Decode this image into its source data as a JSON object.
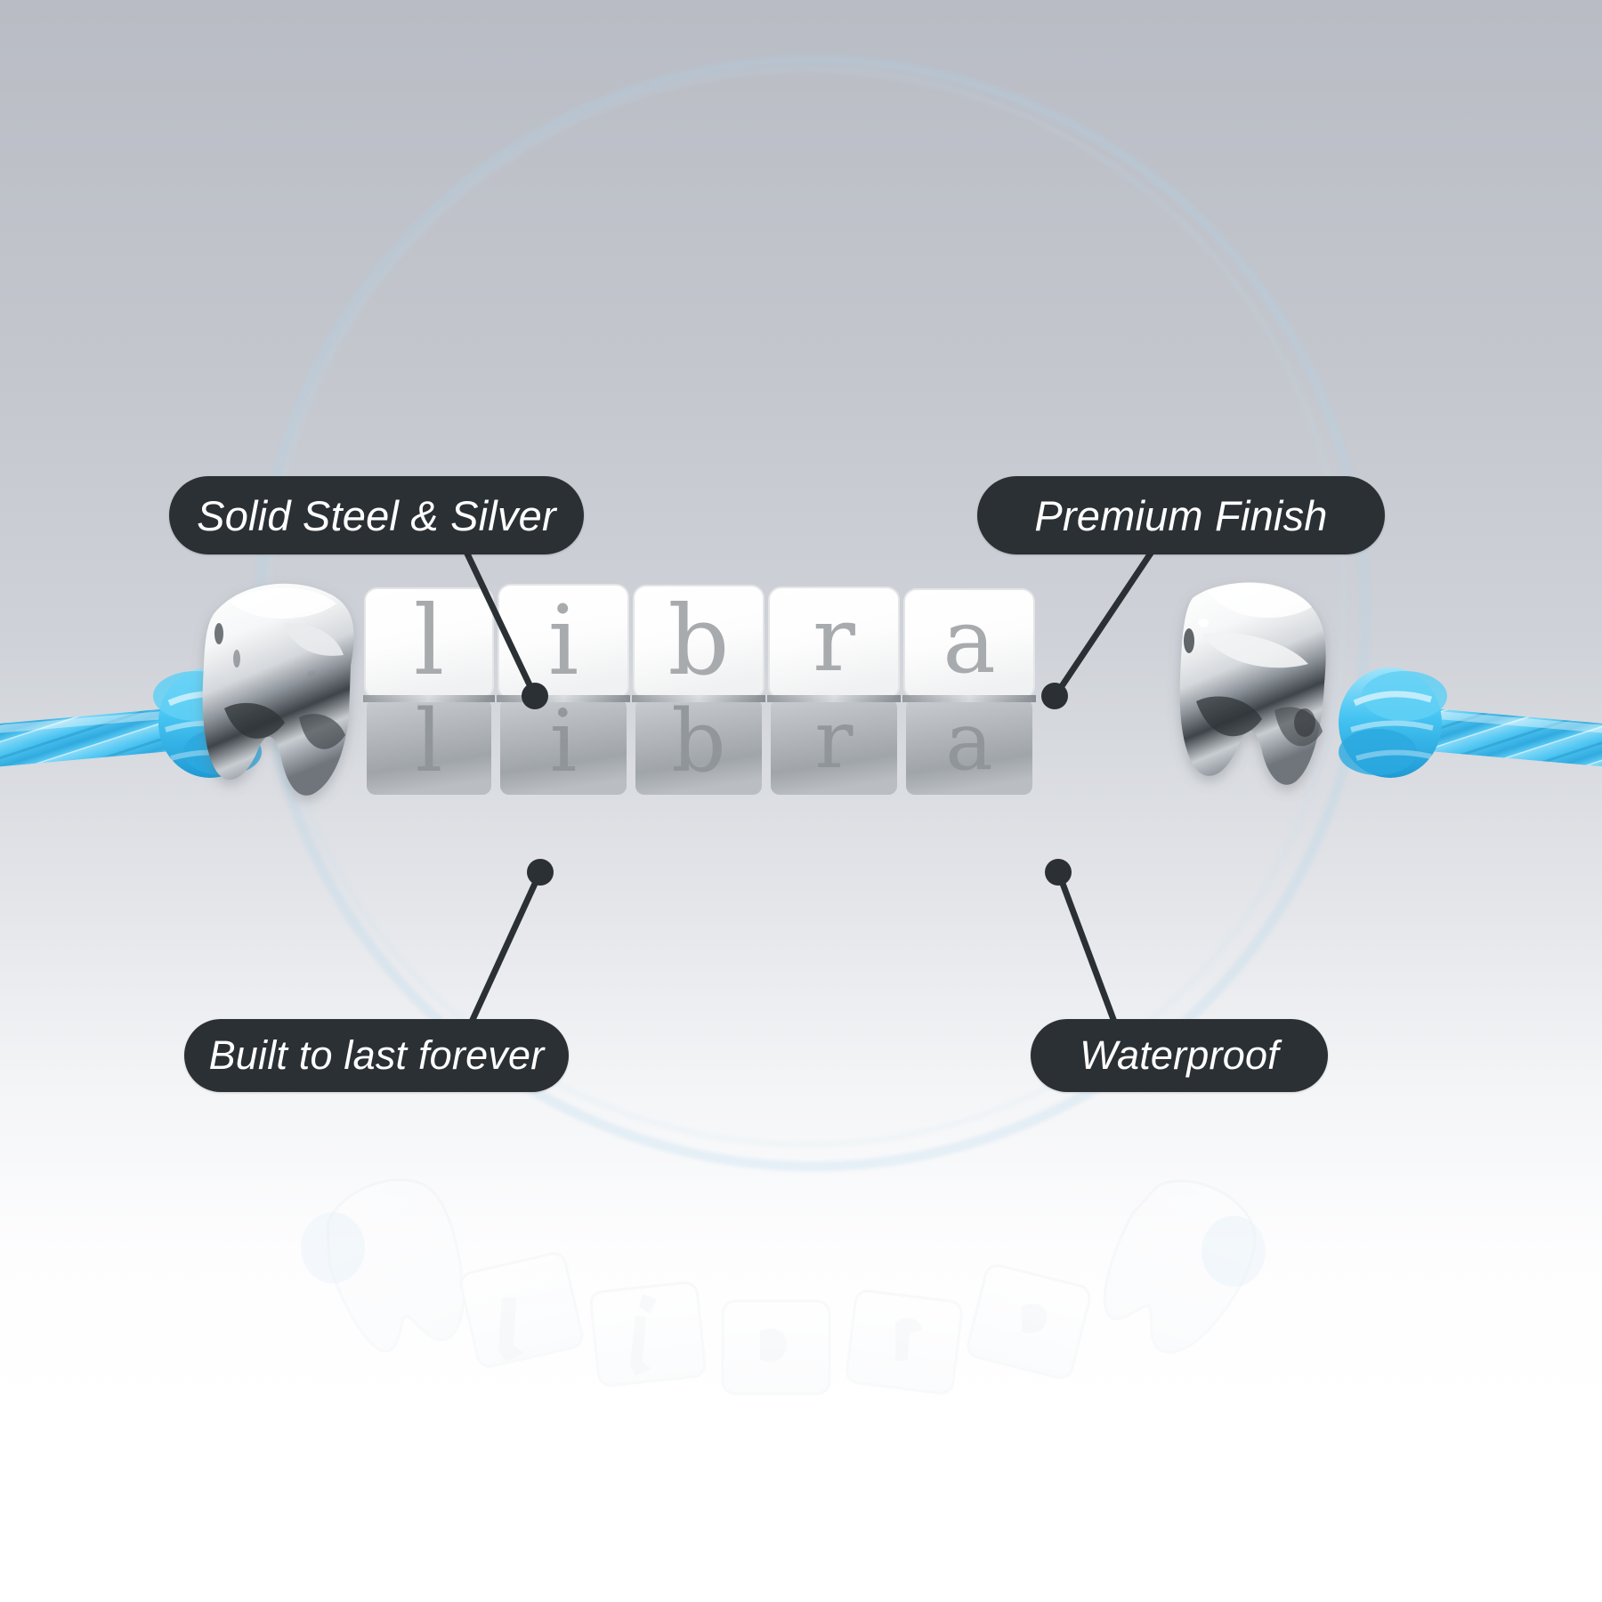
{
  "product": {
    "name_on_beads": "libra",
    "bead_letters": [
      "l",
      "i",
      "b",
      "r",
      "a"
    ],
    "letter_style": "blackletter-gothic-engraved",
    "end_charms": [
      "tooth-charm-left",
      "tooth-charm-right"
    ],
    "cord_color": "#45c4f2",
    "metal_color": "#ffffff",
    "metal_shadow_color": "#9fa3a8"
  },
  "callouts": [
    {
      "id": "solid-steel-silver",
      "label": "Solid Steel & Silver",
      "position": "top-left",
      "anchor": "upper-cube-l"
    },
    {
      "id": "premium-finish",
      "label": "Premium Finish",
      "position": "top-right",
      "anchor": "upper-cube-a"
    },
    {
      "id": "built-to-last-forever",
      "label": "Built to last forever",
      "position": "bottom-left",
      "anchor": "lower-cube-l"
    },
    {
      "id": "waterproof",
      "label": "Waterproof",
      "position": "bottom-right",
      "anchor": "lower-cube-a"
    }
  ],
  "style": {
    "pill_background": "#2b3034",
    "pill_text_color": "#ffffff",
    "leader_line_color": "#2b3034",
    "background_top": "#b9bcc4",
    "background_bottom": "#ffffff",
    "ghost_ring_color": "#add2ea"
  }
}
